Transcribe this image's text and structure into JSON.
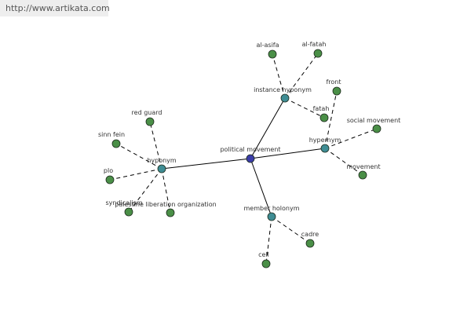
{
  "watermark": "http://www.artikata.com",
  "colors": {
    "center": "#3a3ca8",
    "relation": "#3f8d94",
    "leaf": "#4a8f47"
  },
  "graph": {
    "center": {
      "id": "political-movement",
      "label": "political movement"
    },
    "relations": [
      {
        "id": "instance-hyponym",
        "label": "instance hyponym",
        "leaves": [
          {
            "id": "al-asifa",
            "label": "al-asifa"
          },
          {
            "id": "al-fatah",
            "label": "al-fatah"
          },
          {
            "id": "fatah",
            "label": "fatah"
          }
        ]
      },
      {
        "id": "hypernym",
        "label": "hypernym",
        "leaves": [
          {
            "id": "front",
            "label": "front"
          },
          {
            "id": "social-movement",
            "label": "social movement"
          },
          {
            "id": "movement",
            "label": "movement"
          }
        ]
      },
      {
        "id": "hyponym",
        "label": "hyponym",
        "leaves": [
          {
            "id": "red-guard",
            "label": "red guard"
          },
          {
            "id": "sinn-fein",
            "label": "sinn fein"
          },
          {
            "id": "plo",
            "label": "plo"
          },
          {
            "id": "syndicalism",
            "label": "syndicalism"
          },
          {
            "id": "palestine-liberation-organization",
            "label": "palestine liberation organization"
          }
        ]
      },
      {
        "id": "member-holonym",
        "label": "member holonym",
        "leaves": [
          {
            "id": "cadre",
            "label": "cadre"
          },
          {
            "id": "cell",
            "label": "cell"
          }
        ]
      }
    ]
  }
}
